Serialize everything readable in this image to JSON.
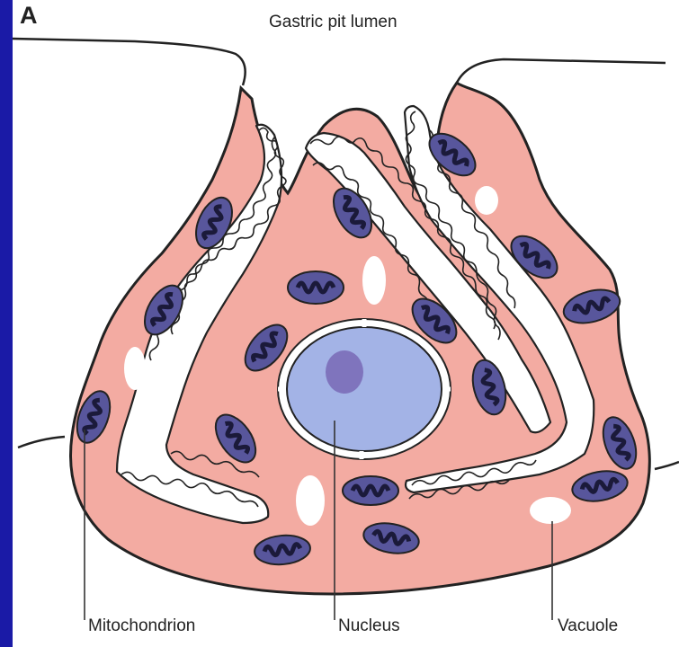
{
  "figure": {
    "panel_label": "A",
    "title": "Gastric pit lumen",
    "labels": {
      "mitochondrion": "Mitochondrion",
      "nucleus": "Nucleus",
      "vacuole": "Vacuole"
    }
  },
  "colors": {
    "background_frame": "#1a1aa6",
    "cytoplasm": "#f3aba2",
    "nucleus": "#a3b3e6",
    "nucleolus": "#7f74bd",
    "mitochondrion_fill": "#58569c",
    "mitochondrion_core": "#1b1a3a",
    "outline": "#222222",
    "vacuole": "#ffffff"
  }
}
